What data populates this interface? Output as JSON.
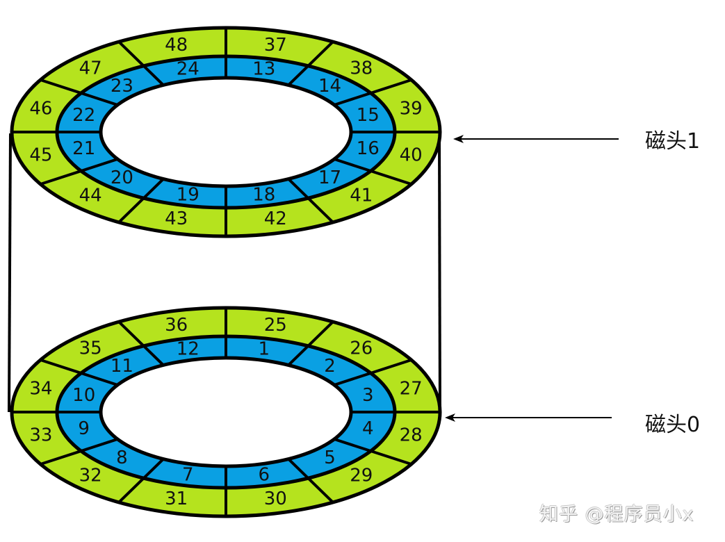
{
  "diagram": {
    "type": "disk-cylinder-sectors",
    "colors": {
      "outer_track": "#b5e31e",
      "inner_track": "#0aa0e3",
      "stroke": "#000000",
      "background": "#ffffff"
    },
    "sectors_per_track": 12,
    "platters": [
      {
        "name": "top-platter",
        "head_label": "磁头1",
        "inner_track_sectors_clockwise_from_top": [
          "13",
          "14",
          "15",
          "16",
          "17",
          "18",
          "19",
          "20",
          "21",
          "22",
          "23",
          "24"
        ],
        "outer_track_sectors_clockwise_from_top": [
          "37",
          "38",
          "39",
          "40",
          "41",
          "42",
          "43",
          "44",
          "45",
          "46",
          "47",
          "48"
        ]
      },
      {
        "name": "bottom-platter",
        "head_label": "磁头0",
        "inner_track_sectors_clockwise_from_top": [
          "1",
          "2",
          "3",
          "4",
          "5",
          "6",
          "7",
          "8",
          "9",
          "10",
          "11",
          "12"
        ],
        "outer_track_sectors_clockwise_from_top": [
          "25",
          "26",
          "27",
          "28",
          "29",
          "30",
          "31",
          "32",
          "33",
          "34",
          "35",
          "36"
        ]
      }
    ]
  },
  "labels": {
    "head1": "磁头1",
    "head0": "磁头0"
  },
  "watermark": "知乎 @程序员小x"
}
